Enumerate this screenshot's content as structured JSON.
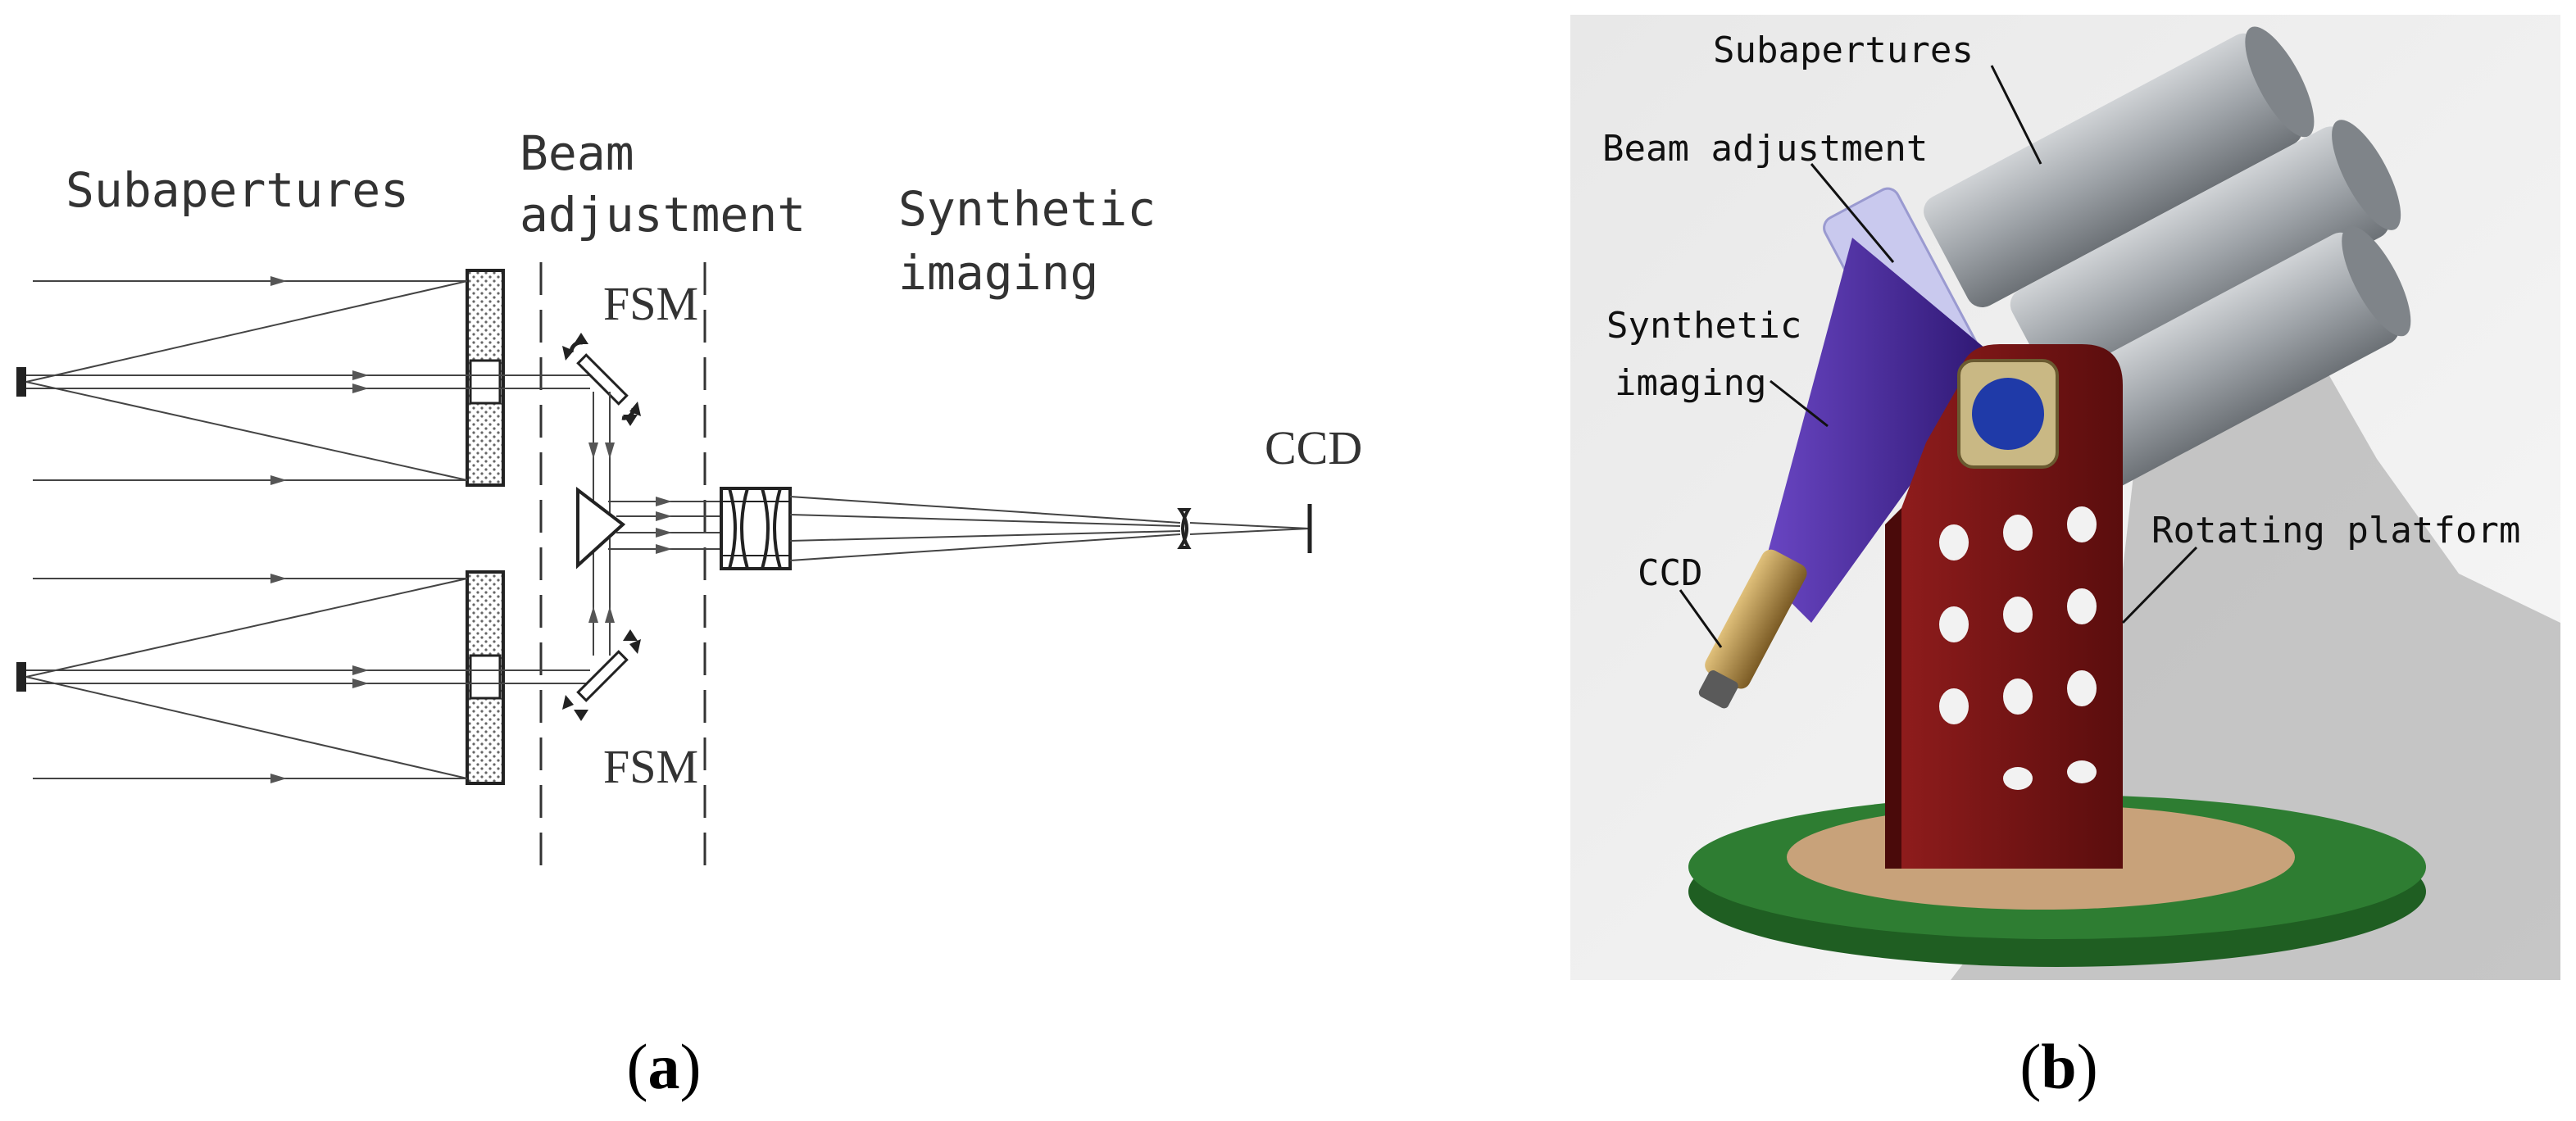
{
  "panel_a": {
    "labels": {
      "subapertures": "Subapertures",
      "beam_line1": "Beam",
      "beam_line2": "adjustment",
      "synthetic_line1": "Synthetic",
      "synthetic_line2": "imaging",
      "fsm_top": "FSM",
      "fsm_bottom": "FSM",
      "ccd": "CCD"
    },
    "caption_letter": "a"
  },
  "panel_b": {
    "labels": {
      "subapertures": "Subapertures",
      "beam_adjustment": "Beam adjustment",
      "synthetic_line1": "Synthetic",
      "synthetic_line2": "imaging",
      "ccd": "CCD",
      "rotating_platform": "Rotating platform"
    },
    "caption_letter": "b"
  },
  "colors": {
    "line": "#222222",
    "platform_green": "#2e7d32",
    "platform_tan": "#c8a27a",
    "mount_red": "#7a1414",
    "tube_grey": "#9ea3a8",
    "beam_lavender": "#c9c9ee",
    "cone_purple": "#4b2a9a",
    "ccd_gold": "#b08a4a",
    "window_blue": "#1f3aa8"
  }
}
